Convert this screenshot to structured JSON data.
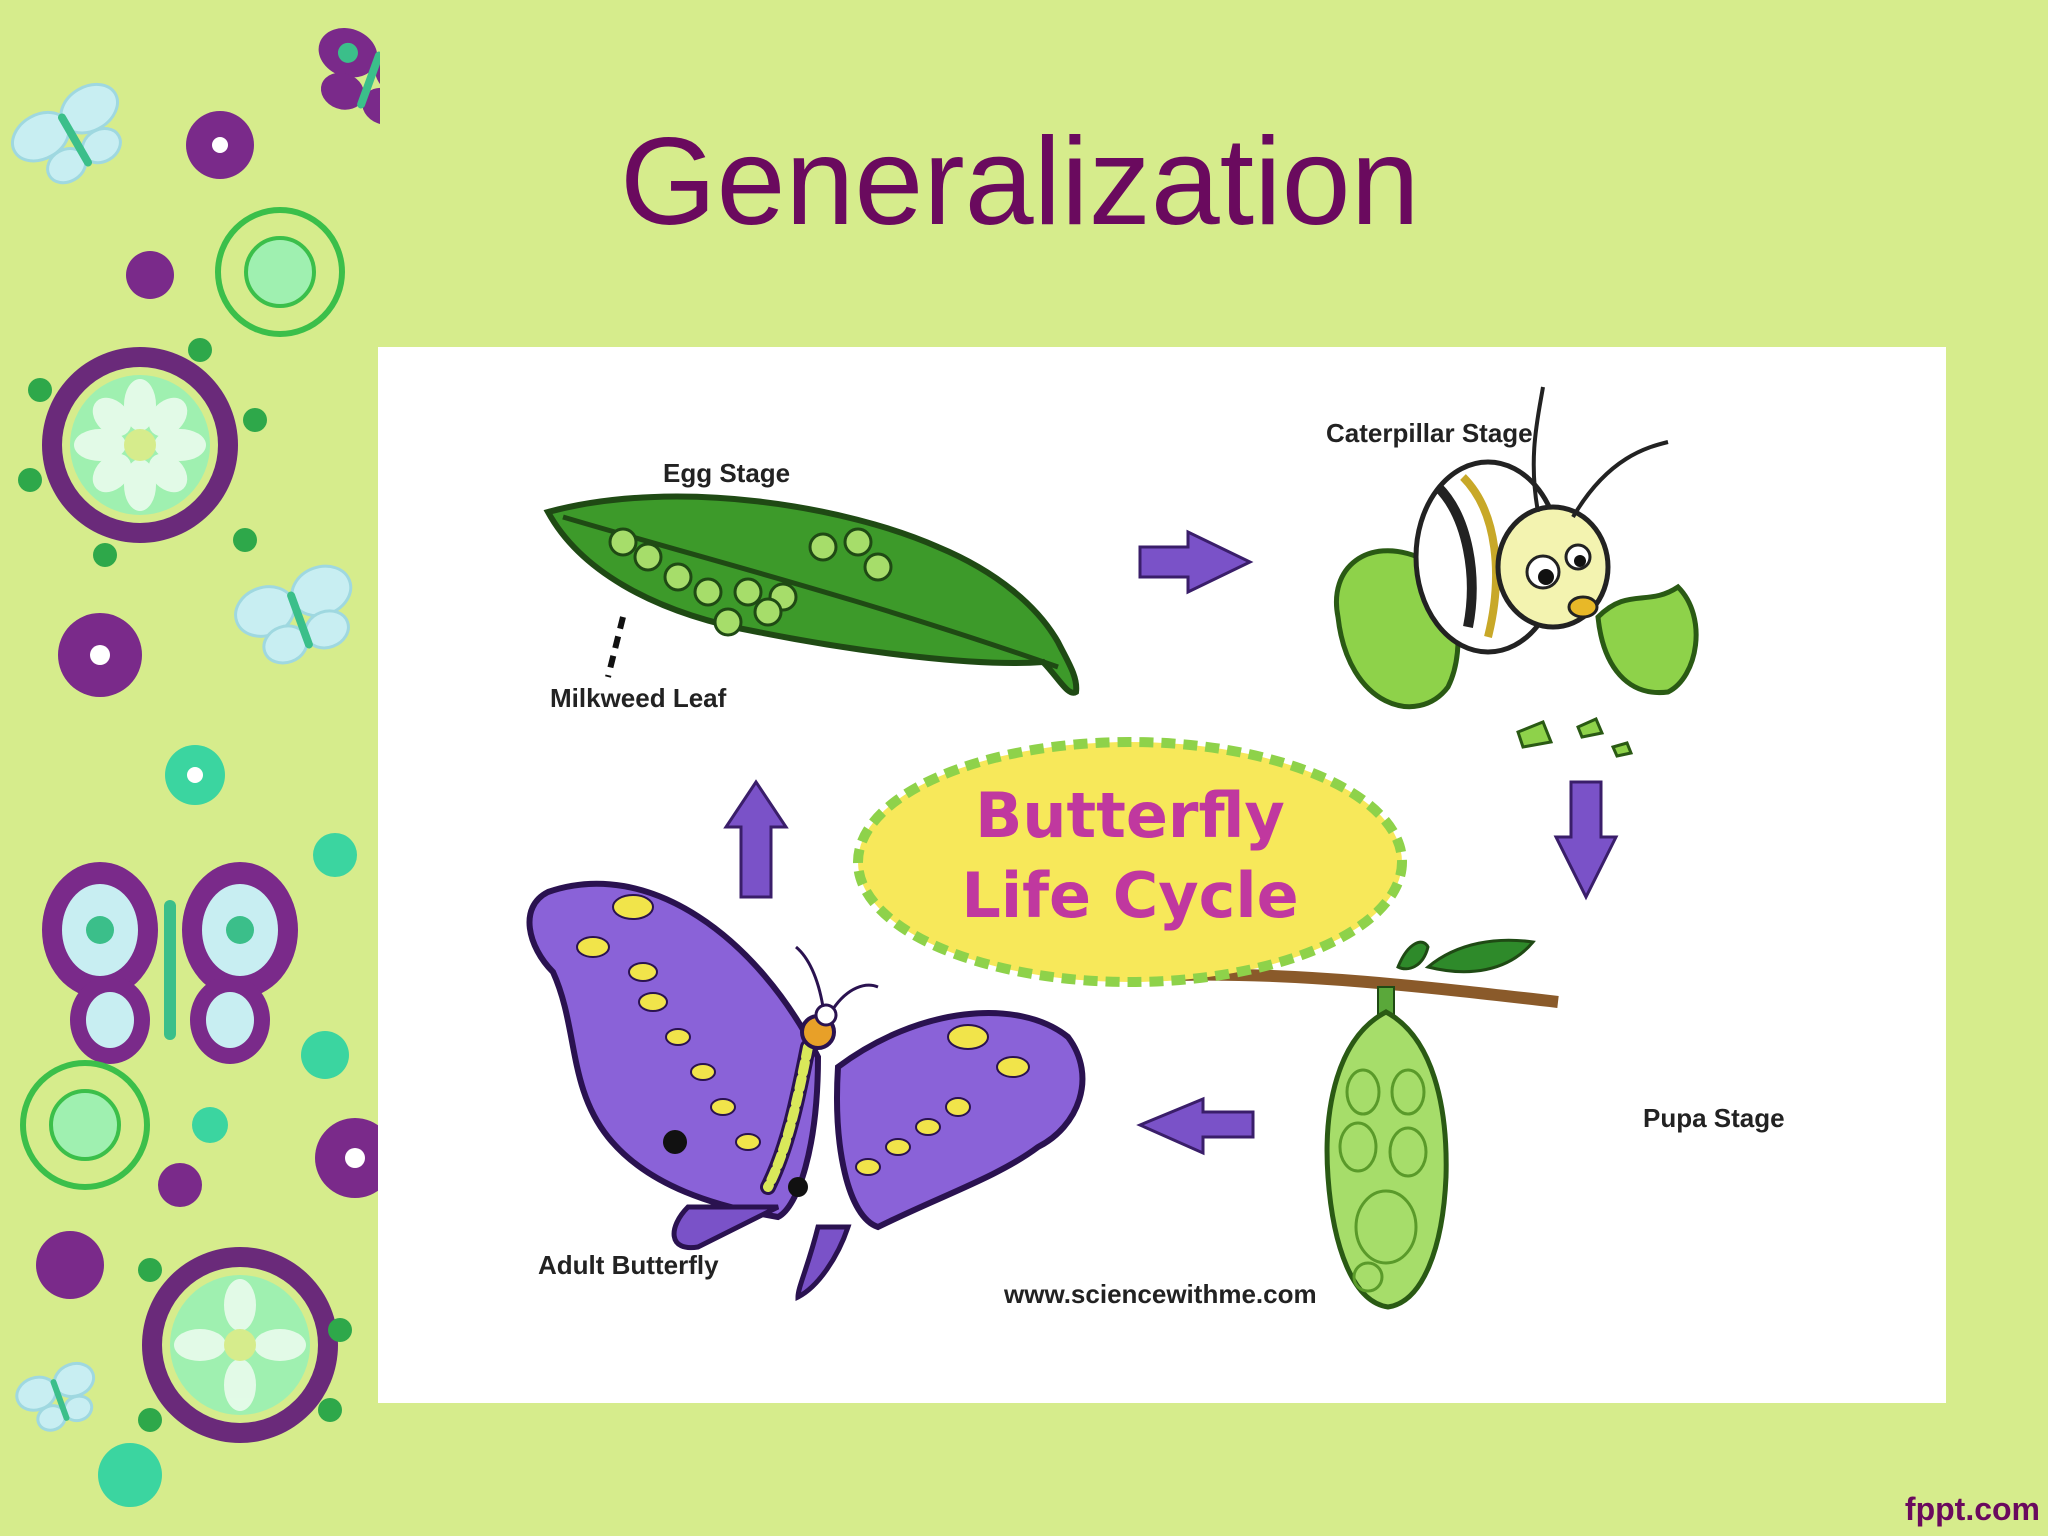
{
  "slide": {
    "title": "Generalization",
    "footer_brand": "fppt.com",
    "background_color": "#d6ec8c",
    "title_color": "#6a0a5e"
  },
  "diagram": {
    "center_title_line1": "Butterfly",
    "center_title_line2": "Life Cycle",
    "stages": {
      "egg": "Egg Stage",
      "leaf": "Milkweed Leaf",
      "caterpillar": "Caterpillar Stage",
      "pupa": "Pupa Stage",
      "adult": "Adult Butterfly"
    },
    "website": "www.sciencewithme.com",
    "colors": {
      "center_fill": "#f7e85a",
      "center_border": "#8ed24a",
      "center_text": "#c0389f",
      "arrow": "#7a52c8"
    }
  }
}
